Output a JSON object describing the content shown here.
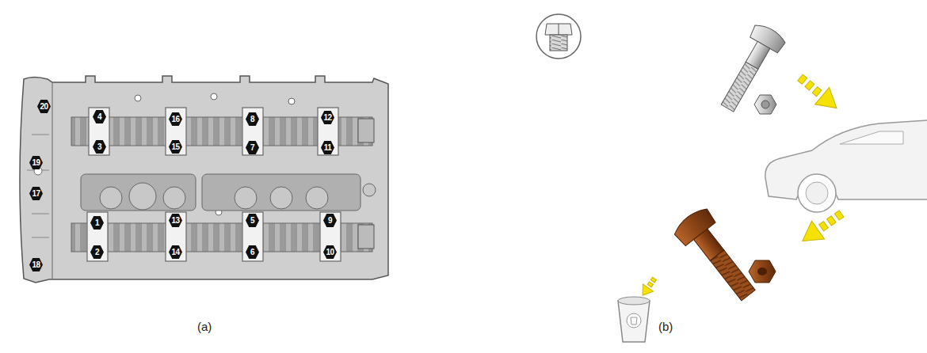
{
  "diagram": {
    "labels": [
      "(a)",
      "(b)",
      "1",
      "2",
      "3",
      "4",
      "5",
      "6",
      "7",
      "8",
      "9",
      "10",
      "11",
      "12",
      "13",
      "14",
      "15",
      "16",
      "17",
      "18",
      "19",
      "20"
    ]
  }
}
